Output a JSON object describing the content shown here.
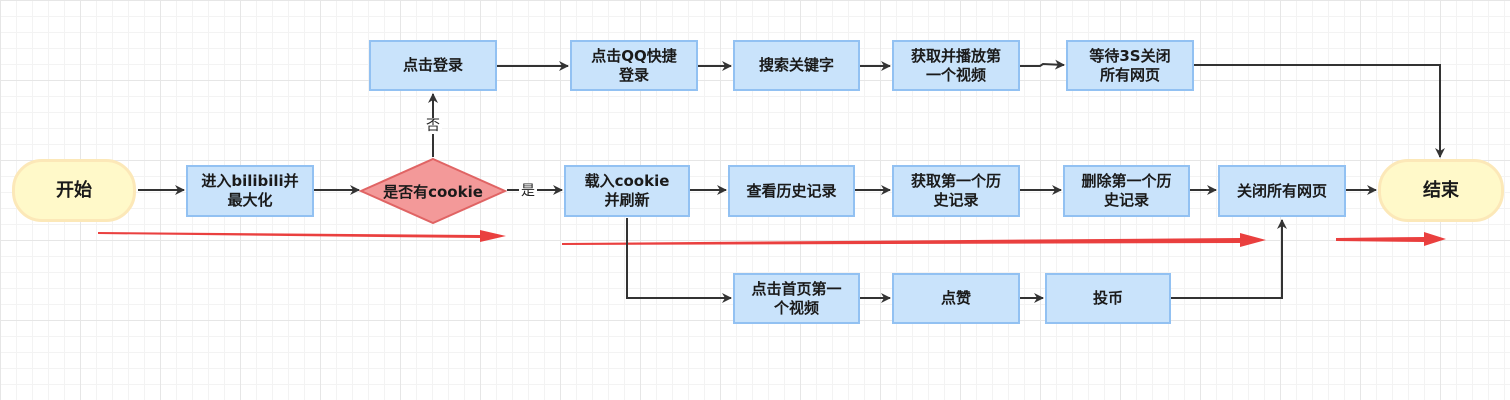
{
  "nodes": {
    "start": "开始",
    "enter": "进入bilibili并\n最大化",
    "has_cookie": "是否有cookie",
    "click_login": "点击登录",
    "qq_login": "点击QQ快捷\n登录",
    "search_keyword": "搜索关键字",
    "play_first": "获取并播放第\n一个视频",
    "wait_close": "等待3S关闭\n所有网页",
    "load_cookie": "载入cookie\n并刷新",
    "view_history": "查看历史记录",
    "get_history": "获取第一个历\n史记录",
    "delete_history": "删除第一个历\n史记录",
    "close_all": "关闭所有网页",
    "end": "结束",
    "click_home_first": "点击首页第一\n个视频",
    "like": "点赞",
    "coin": "投币"
  },
  "edge_labels": {
    "no": "否",
    "yes": "是"
  },
  "colors": {
    "process_fill": "#c9e3fb",
    "process_border": "#92c1f2",
    "terminal_fill": "#fff9c9",
    "terminal_border": "#fce8b8",
    "decision_fill": "#f39999",
    "decision_border": "#e06464",
    "connector": "#333333",
    "highlight_arrow": "#e8302f"
  }
}
